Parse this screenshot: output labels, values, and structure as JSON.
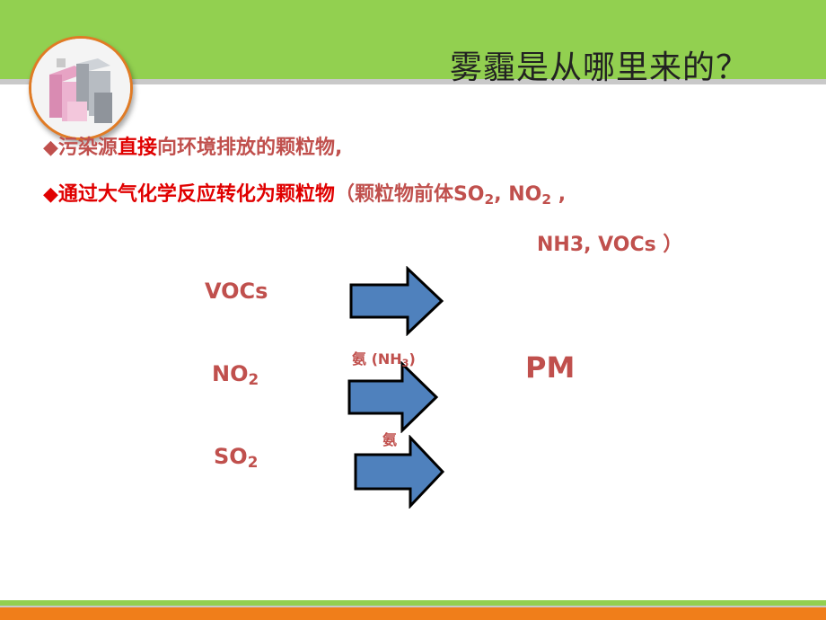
{
  "slide": {
    "title": "雾霾是从哪里来的？",
    "bullets": {
      "b1_mark": "◆",
      "b1_pre": "污染源",
      "b1_red": "直接",
      "b1_post": "向环境排放的颗粒物,",
      "b2_mark": "◆",
      "b2_red": "通过大气化学反应转化为颗粒物",
      "b2_paren": "（颗粒物前体SO",
      "b2_sub1": "2",
      "b2_mid": ", NO",
      "b2_sub2": "2",
      "b2_end": " ,",
      "continuation": "NH3, VOCs ）"
    },
    "diagram": {
      "vocs": "VOCs",
      "no2_base": "NO",
      "no2_sub": "2",
      "so2_base": "SO",
      "so2_sub": "2",
      "ammonia_label_base": "氨 (NH",
      "ammonia_label_sub": "3",
      "ammonia_label_end": ")",
      "ammonia_short": "氨",
      "result": "PM"
    },
    "colors": {
      "header_green": "#92d050",
      "accent_orange": "#f07e1a",
      "text_red": "#c0504d",
      "emphasis_red": "#e00000",
      "arrow_fill": "#4f81bd"
    }
  }
}
